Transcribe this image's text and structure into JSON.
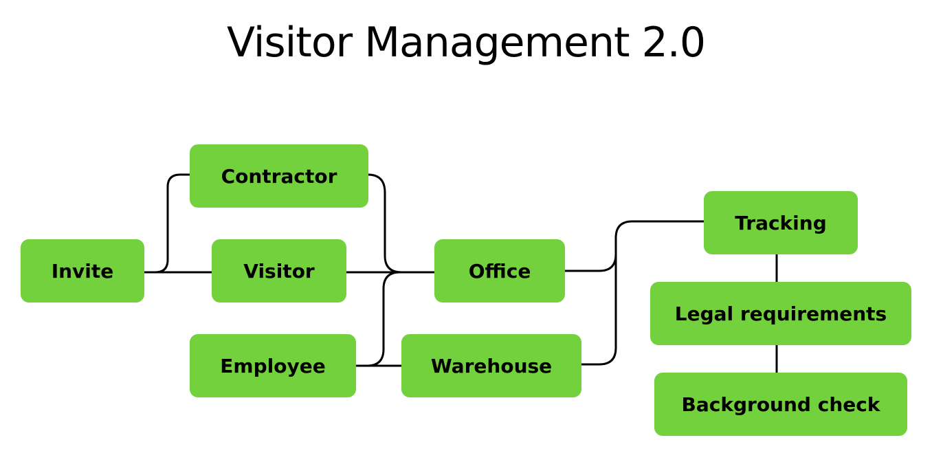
{
  "title": "Visitor Management 2.0",
  "colors": {
    "node_fill": "#73d13d",
    "text": "#000000",
    "connector": "#000000",
    "background": "#ffffff"
  },
  "nodes": {
    "invite": "Invite",
    "contractor": "Contractor",
    "visitor": "Visitor",
    "employee": "Employee",
    "office": "Office",
    "warehouse": "Warehouse",
    "tracking": "Tracking",
    "legal_requirements": "Legal requirements",
    "background_check": "Background check"
  }
}
